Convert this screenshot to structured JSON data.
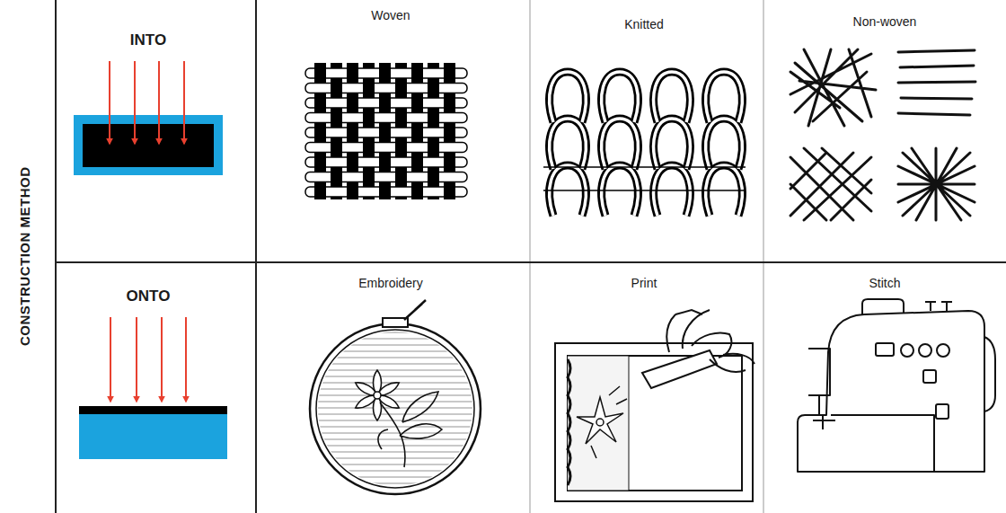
{
  "diagram": {
    "labels": [
      "CONSTRUCTION METHOD",
      "INTO",
      "Woven",
      "Knitted",
      "Non-woven",
      "ONTO",
      "Embroidery",
      "Print",
      "Stitch"
    ]
  }
}
